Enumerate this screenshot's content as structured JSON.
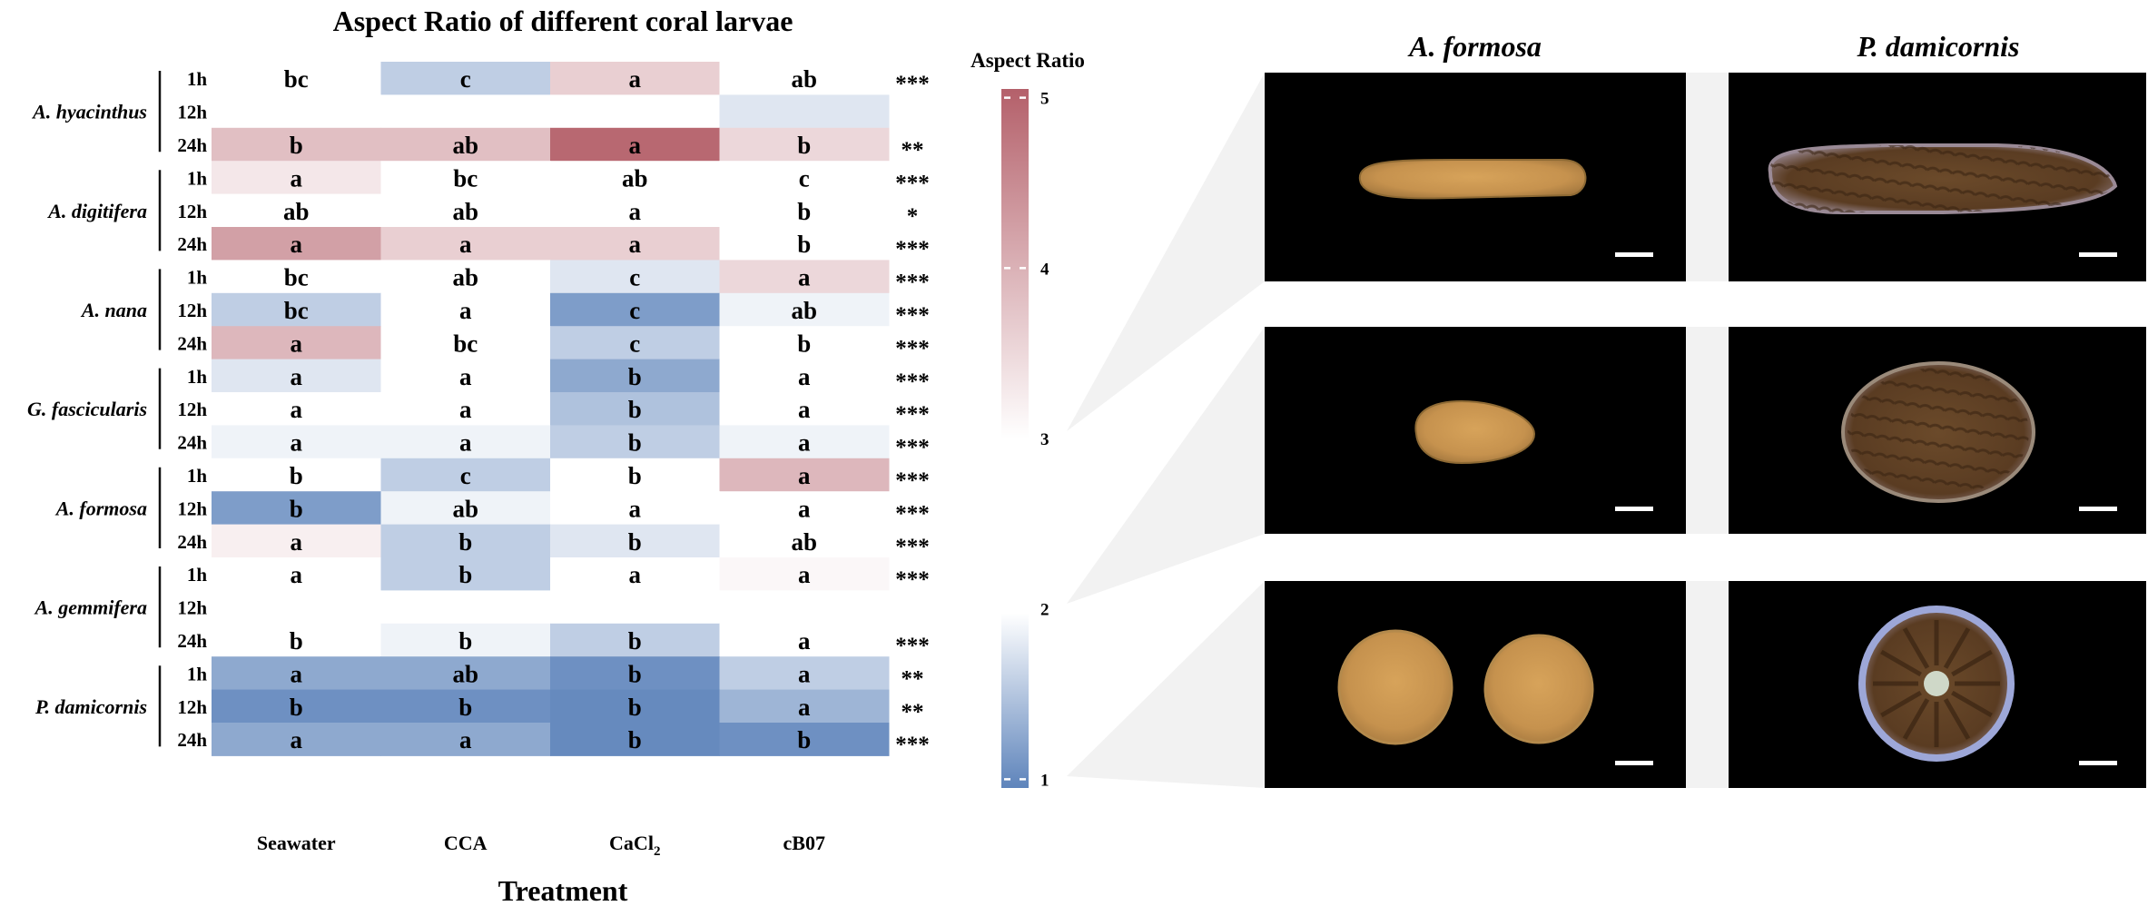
{
  "chart_data": {
    "type": "heatmap",
    "title": "Aspect Ratio of different coral larvae",
    "xlabel": "Treatment",
    "categories": [
      "Seawater",
      "CCA",
      "CaCl2",
      "cB07"
    ],
    "legend": {
      "title": "Aspect Ratio",
      "min": 1,
      "max": 5,
      "ticks": [
        1,
        2,
        3,
        4,
        5
      ],
      "placement": "right"
    },
    "colors": {
      "low": "#5e84bb",
      "mid": "#ffffff",
      "high": "#b4606a"
    },
    "species": [
      {
        "name": "A. hyacinthus",
        "rows": [
          {
            "time": "1h",
            "values": [
              2.0,
              1.6,
              3.6,
              2.9
            ],
            "letters": [
              "bc",
              "c",
              "a",
              "ab"
            ],
            "sig": "***"
          },
          {
            "time": "12h",
            "values": [
              2.3,
              2.6,
              2.3,
              1.8
            ],
            "letters": [
              "",
              "",
              "",
              ""
            ],
            "sig": ""
          },
          {
            "time": "24h",
            "values": [
              3.8,
              3.8,
              4.9,
              3.5
            ],
            "letters": [
              "b",
              "ab",
              "a",
              "b"
            ],
            "sig": "**"
          }
        ]
      },
      {
        "name": "A. digitifera",
        "rows": [
          {
            "time": "1h",
            "values": [
              3.3,
              2.3,
              2.95,
              2.0
            ],
            "letters": [
              "a",
              "bc",
              "ab",
              "c"
            ],
            "sig": "***"
          },
          {
            "time": "12h",
            "values": [
              2.9,
              2.9,
              2.95,
              2.1
            ],
            "letters": [
              "ab",
              "ab",
              "a",
              "b"
            ],
            "sig": "*"
          },
          {
            "time": "24h",
            "values": [
              4.2,
              3.6,
              3.6,
              2.2
            ],
            "letters": [
              "a",
              "a",
              "a",
              "b"
            ],
            "sig": "***"
          }
        ]
      },
      {
        "name": "A. nana",
        "rows": [
          {
            "time": "1h",
            "values": [
              2.1,
              2.7,
              1.8,
              3.5
            ],
            "letters": [
              "bc",
              "ab",
              "c",
              "a"
            ],
            "sig": "***"
          },
          {
            "time": "12h",
            "values": [
              1.6,
              2.7,
              1.2,
              1.9
            ],
            "letters": [
              "bc",
              "a",
              "c",
              "ab"
            ],
            "sig": "***"
          },
          {
            "time": "24h",
            "values": [
              3.9,
              2.1,
              1.6,
              2.7
            ],
            "letters": [
              "a",
              "bc",
              "c",
              "b"
            ],
            "sig": "***"
          }
        ]
      },
      {
        "name": "G. fascicularis",
        "rows": [
          {
            "time": "1h",
            "values": [
              1.8,
              2.0,
              1.3,
              2.0
            ],
            "letters": [
              "a",
              "a",
              "b",
              "a"
            ],
            "sig": "***"
          },
          {
            "time": "12h",
            "values": [
              2.2,
              2.1,
              1.5,
              2.0
            ],
            "letters": [
              "a",
              "a",
              "b",
              "a"
            ],
            "sig": "***"
          },
          {
            "time": "24h",
            "values": [
              1.9,
              1.9,
              1.6,
              1.9
            ],
            "letters": [
              "a",
              "a",
              "b",
              "a"
            ],
            "sig": "***"
          }
        ]
      },
      {
        "name": "A. formosa",
        "rows": [
          {
            "time": "1h",
            "values": [
              2.7,
              1.6,
              2.7,
              3.9
            ],
            "letters": [
              "b",
              "c",
              "b",
              "a"
            ],
            "sig": "***"
          },
          {
            "time": "12h",
            "values": [
              1.2,
              1.9,
              2.1,
              2.7
            ],
            "letters": [
              "b",
              "ab",
              "a",
              "a"
            ],
            "sig": "***"
          },
          {
            "time": "24h",
            "values": [
              3.2,
              1.6,
              1.8,
              2.3
            ],
            "letters": [
              "a",
              "b",
              "b",
              "ab"
            ],
            "sig": "***"
          }
        ]
      },
      {
        "name": "A. gemmifera",
        "rows": [
          {
            "time": "1h",
            "values": [
              2.7,
              1.6,
              2.7,
              3.1
            ],
            "letters": [
              "a",
              "b",
              "a",
              "a"
            ],
            "sig": "***"
          },
          {
            "time": "12h",
            "values": [
              2.3,
              2.2,
              2.7,
              2.4
            ],
            "letters": [
              "",
              "",
              "",
              ""
            ],
            "sig": ""
          },
          {
            "time": "24h",
            "values": [
              2.1,
              1.9,
              1.6,
              2.7
            ],
            "letters": [
              "b",
              "b",
              "b",
              "a"
            ],
            "sig": "***"
          }
        ]
      },
      {
        "name": "P. damicornis",
        "rows": [
          {
            "time": "1h",
            "values": [
              1.3,
              1.3,
              1.1,
              1.6
            ],
            "letters": [
              "a",
              "ab",
              "b",
              "a"
            ],
            "sig": "**"
          },
          {
            "time": "12h",
            "values": [
              1.1,
              1.1,
              1.05,
              1.4
            ],
            "letters": [
              "b",
              "b",
              "b",
              "a"
            ],
            "sig": "**"
          },
          {
            "time": "24h",
            "values": [
              1.3,
              1.3,
              1.05,
              1.1
            ],
            "letters": [
              "a",
              "a",
              "b",
              "b"
            ],
            "sig": "***"
          }
        ]
      }
    ]
  },
  "images": {
    "col_titles": [
      "A. formosa",
      "P. damicornis"
    ]
  }
}
